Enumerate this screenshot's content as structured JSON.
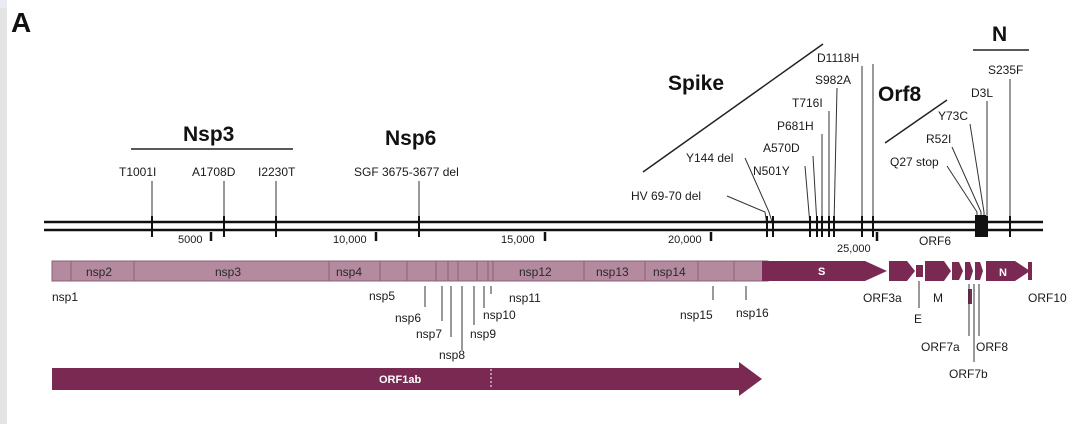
{
  "panel_label": "A",
  "regions": {
    "nsp3": "Nsp3",
    "nsp6": "Nsp6",
    "spike": "Spike",
    "orf8": "Orf8",
    "n": "N"
  },
  "mutations": {
    "T1001I": "T1001I",
    "A1708D": "A1708D",
    "I2230T": "I2230T",
    "SGF": "SGF 3675-3677 del",
    "HV6970": "HV 69-70 del",
    "Y144": "Y144 del",
    "N501Y": "N501Y",
    "A570D": "A570D",
    "P681H": "P681H",
    "T716I": "T716I",
    "S982A": "S982A",
    "D1118H": "D1118H",
    "Q27": "Q27 stop",
    "R52I": "R52I",
    "Y73C": "Y73C",
    "D3L": "D3L",
    "S235F": "S235F"
  },
  "ticks": {
    "t5000": "5000",
    "t10000": "10,000",
    "t15000": "15,000",
    "t20000": "20,000",
    "t25000": "25,000"
  },
  "segments": {
    "nsp2": "nsp2",
    "nsp3": "nsp3",
    "nsp4": "nsp4",
    "nsp12": "nsp12",
    "nsp13": "nsp13",
    "nsp14": "nsp14"
  },
  "genes": {
    "nsp1": "nsp1",
    "nsp5": "nsp5",
    "nsp6": "nsp6",
    "nsp7": "nsp7",
    "nsp8": "nsp8",
    "nsp9": "nsp9",
    "nsp10": "nsp10",
    "nsp11": "nsp11",
    "nsp15": "nsp15",
    "nsp16": "nsp16",
    "S": "S",
    "ORF3a": "ORF3a",
    "E": "E",
    "M": "M",
    "ORF6": "ORF6",
    "ORF7a": "ORF7a",
    "ORF7b": "ORF7b",
    "ORF8": "ORF8",
    "N": "N",
    "ORF10": "ORF10"
  },
  "orf1ab": "ORF1ab",
  "colors": {
    "polyprotein": "#b48a9f",
    "gene": "#7a2a52",
    "border": "#8d5f77"
  }
}
